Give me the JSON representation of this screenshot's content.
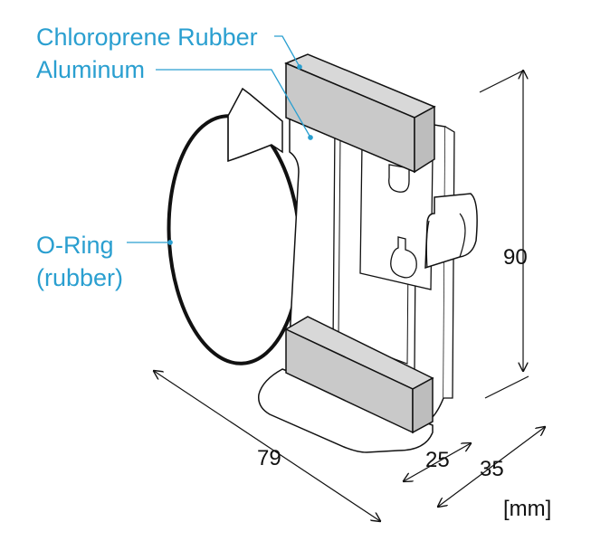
{
  "labels": {
    "chloroprene": "Chloroprene Rubber",
    "aluminum": "Aluminum",
    "oring_line1": "O-Ring",
    "oring_line2": "(rubber)"
  },
  "dimensions": {
    "height": "90",
    "width": "79",
    "depth_inner": "25",
    "depth_outer": "35",
    "unit": "[mm]"
  },
  "colors": {
    "callout": "#2a9fd0",
    "rubber_fill": "#c9c9c9",
    "outline": "#111111"
  }
}
